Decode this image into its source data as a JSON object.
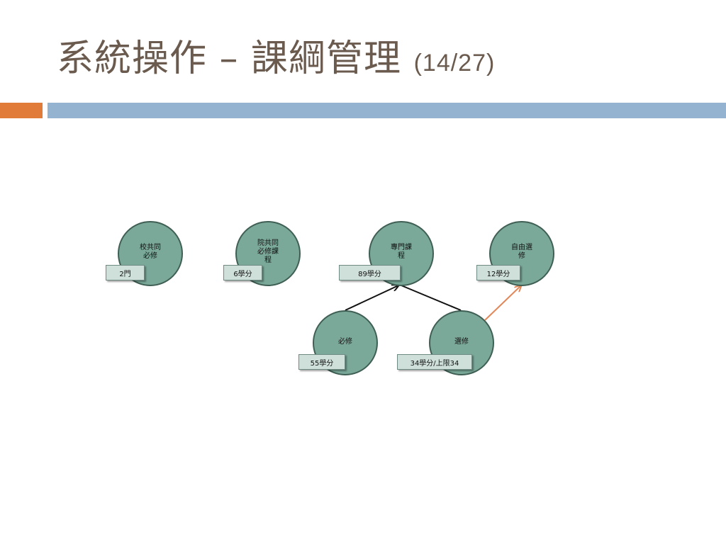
{
  "slide": {
    "title_main": "系統操作 – 課綱管理",
    "title_page": "(14/27)"
  },
  "colors": {
    "title": "#6b5b4f",
    "accent_orange": "#e07b39",
    "accent_blue": "#93b3d1",
    "node_fill": "#7aa99a",
    "node_border": "#3f5f55",
    "tag_fill": "#cfe0db",
    "edge_dark": "#111111",
    "edge_orange": "#e0885a"
  },
  "nodes": [
    {
      "id": "school_required",
      "label": "校共同\n必修",
      "tag": "2門"
    },
    {
      "id": "college_required",
      "label": "院共同\n必修課\n程",
      "tag": "6學分"
    },
    {
      "id": "major_courses",
      "label": "專門課\n程",
      "tag": "89學分"
    },
    {
      "id": "free_elective",
      "label": "自由選\n修",
      "tag": "12學分"
    },
    {
      "id": "required",
      "label": "必修",
      "tag": "55學分"
    },
    {
      "id": "elective",
      "label": "選修",
      "tag": "34學分/上限34"
    }
  ]
}
